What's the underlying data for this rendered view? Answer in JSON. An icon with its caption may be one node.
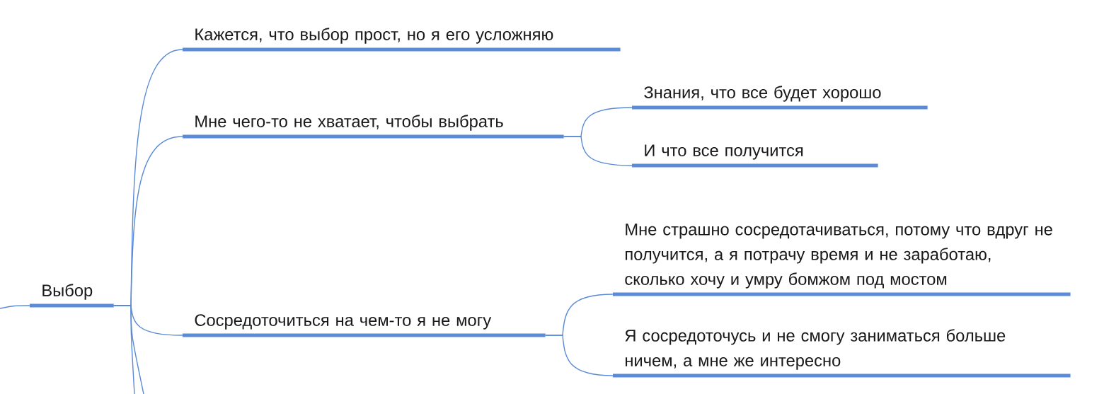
{
  "diagram": {
    "nodes": [
      {
        "text": [
          "Выбор"
        ]
      },
      {
        "text": [
          "Кажется, что выбор прост, но я его усложняю"
        ]
      },
      {
        "text": [
          "Мне чего-то не хватает, чтобы выбрать"
        ]
      },
      {
        "text": [
          "Знания, что все будет хорошо"
        ]
      },
      {
        "text": [
          "И что все получится"
        ]
      },
      {
        "text": [
          "Сосредоточиться на чем-то я не могу"
        ]
      },
      {
        "text": [
          "Мне страшно сосредотачиваться, потому что вдруг не получится, а я потрачу время и не заработаю, сколько хочу и умру бомжом под мостом"
        ]
      },
      {
        "text": [
          "Я сосредоточусь и не смогу заниматься больше ничем, а мне же интересно"
        ]
      }
    ],
    "edges": [
      {
        "from": null,
        "to": 0,
        "arrow": "none"
      },
      {
        "from": 0,
        "to": 1,
        "arrow": "none"
      },
      {
        "from": 0,
        "to": 2,
        "arrow": "none"
      },
      {
        "from": 2,
        "to": 3,
        "arrow": "none"
      },
      {
        "from": 2,
        "to": 4,
        "arrow": "none"
      },
      {
        "from": 0,
        "to": 5,
        "arrow": "none"
      },
      {
        "from": 5,
        "to": 6,
        "arrow": "none"
      },
      {
        "from": 5,
        "to": 7,
        "arrow": "none"
      },
      {
        "from": 0,
        "to": null,
        "arrow": "none"
      },
      {
        "from": 0,
        "to": null,
        "arrow": "none"
      }
    ]
  }
}
